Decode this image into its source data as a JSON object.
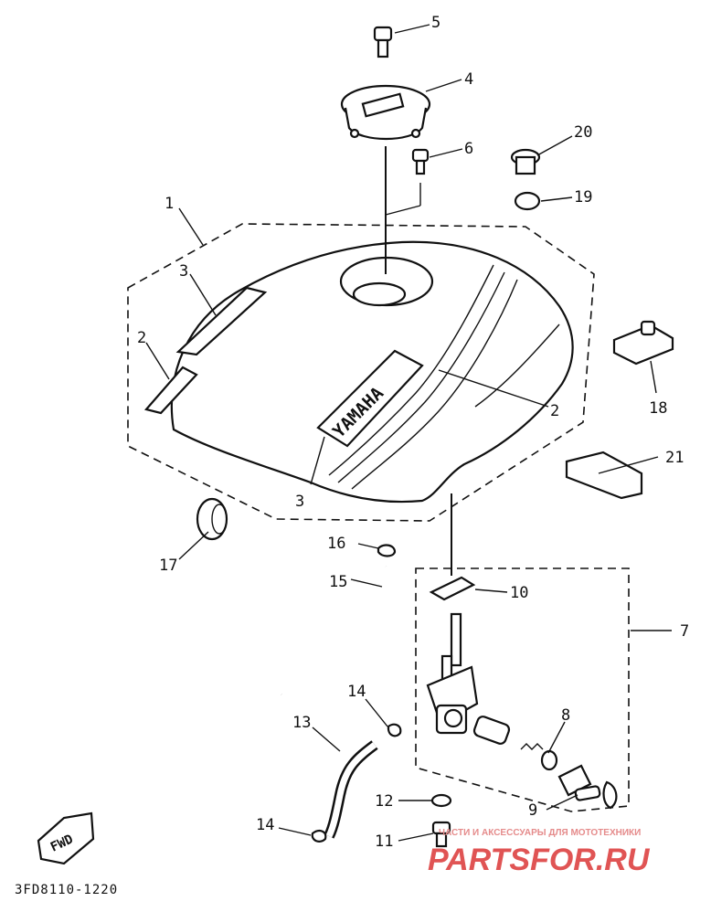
{
  "diagram": {
    "code": "3FD8110-1220",
    "fwd_label": "FWD",
    "logo_text": "YAMAHA",
    "callouts": [
      "1",
      "2",
      "2",
      "3",
      "3",
      "4",
      "5",
      "6",
      "7",
      "8",
      "9",
      "10",
      "11",
      "12",
      "13",
      "14",
      "14",
      "15",
      "16",
      "17",
      "18",
      "19",
      "20",
      "21"
    ]
  },
  "watermark": {
    "tagline": "ЧАСТИ И АКСЕССУАРЫ ДЛЯ МОТОТЕХНИКИ",
    "brand": "PARTSFOR.RU",
    "color": "#e05454"
  }
}
